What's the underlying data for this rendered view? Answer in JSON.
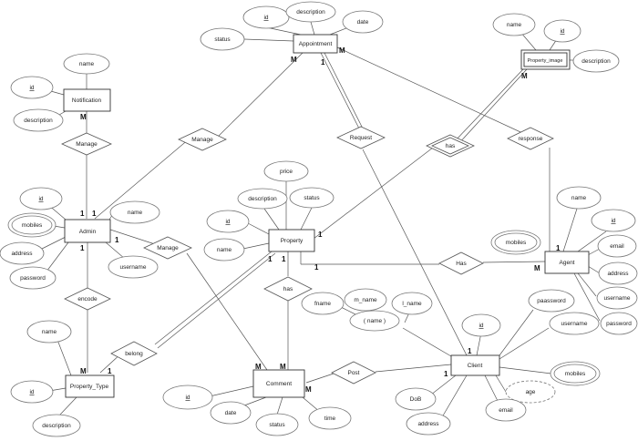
{
  "entities": {
    "appointment": "Appointment",
    "notification": "Notification",
    "property_image": "Property_image",
    "admin": "Admin",
    "property": "Property",
    "agent": "Agent",
    "property_type": "Property_Type",
    "comment": "Comment",
    "client": "Client"
  },
  "relationships": {
    "manage_top": "Manage",
    "manage_admin_notification": "Manage",
    "request": "Request",
    "response": "response",
    "has_image": "has",
    "manage_comment": "Manage",
    "has_agent": "Has",
    "has_comment": "has",
    "encode": "encode",
    "belong": "belong",
    "post": "Post"
  },
  "attributes": {
    "appointment": {
      "id": "id",
      "description": "description",
      "date": "date",
      "status": "status"
    },
    "notification": {
      "name": "name",
      "id": "id",
      "description": "description"
    },
    "property_image": {
      "name": "name",
      "id": "id",
      "description": "description"
    },
    "admin": {
      "id": "id",
      "mobiles": "mobiles",
      "name": "name",
      "address": "address",
      "username": "username",
      "password": "password"
    },
    "property": {
      "price": "price",
      "description": "description",
      "status": "status",
      "id": "id",
      "name": "name"
    },
    "agent": {
      "mobiles": "mobiles",
      "name": "name",
      "id": "id",
      "email": "email",
      "address": "address",
      "username": "username",
      "password": "password"
    },
    "property_type": {
      "name": "name",
      "id": "id",
      "description": "description"
    },
    "comment": {
      "id": "id",
      "date": "date",
      "status": "status",
      "time": "time"
    },
    "client": {
      "fname": "fname",
      "m_name": "m_name",
      "l_name": "l_name",
      "name": "( name )",
      "id": "id",
      "password": "paassword",
      "username": "username",
      "mobiles": "mobiles",
      "age": "age",
      "dob": "DoB",
      "email": "email",
      "address": "address"
    }
  },
  "cardinalities": {
    "appointment_left": "M",
    "appointment_mid": "1",
    "appointment_right": "M",
    "image_m": "M",
    "notification_m": "M",
    "admin_1a": "1",
    "admin_1b": "1",
    "admin_1c": "1",
    "admin_1d": "1",
    "property_1a": "1",
    "property_1b": "1",
    "property_1c": "1",
    "property_1d": "1",
    "agent_1": "1",
    "agent_m": "M",
    "ptype_m": "M",
    "ptype_1": "1",
    "comment_m1": "M",
    "comment_m2": "M",
    "comment_m3": "M",
    "client_1a": "1",
    "client_1b": "1"
  }
}
